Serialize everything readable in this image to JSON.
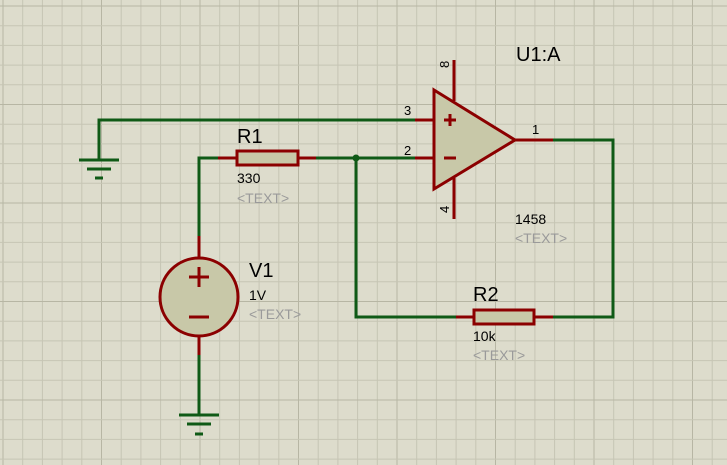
{
  "colors": {
    "background": "#dddccc",
    "grid_minor": "#c6c5b4",
    "grid_major": "#b7b6a4",
    "wire": "#0f5a16",
    "component_body": "#c8c8a8",
    "component_outline": "#8b0000",
    "label": "#000000",
    "placeholder": "#9a9a9a"
  },
  "opamp": {
    "ref": "U1:A",
    "value": "1458",
    "value_text": "<TEXT>",
    "pin_noninverting": "3",
    "pin_inverting": "2",
    "pin_output": "1",
    "pin_top": "8",
    "pin_bottom": "4",
    "plus_symbol": "+",
    "minus_symbol": "−"
  },
  "r1": {
    "ref": "R1",
    "value": "330",
    "value_text": "<TEXT>"
  },
  "r2": {
    "ref": "R2",
    "value": "10k",
    "value_text": "<TEXT>"
  },
  "v1": {
    "ref": "V1",
    "value": "1V",
    "value_text": "<TEXT>"
  }
}
